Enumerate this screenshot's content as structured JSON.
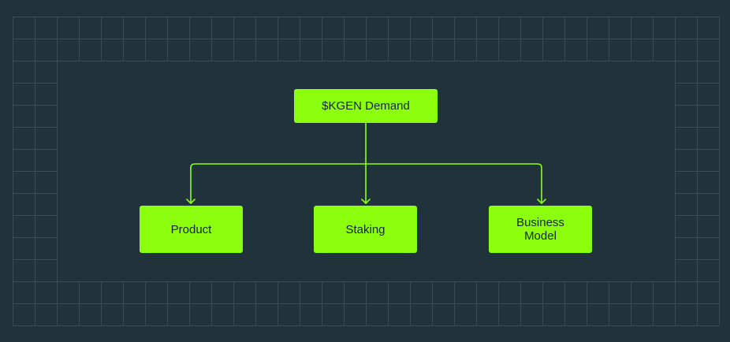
{
  "diagram": {
    "type": "tree",
    "root": {
      "label": "$KGEN Demand"
    },
    "children": [
      {
        "label": "Product"
      },
      {
        "label": "Staking"
      },
      {
        "label": "Business\nModel"
      }
    ]
  },
  "colors": {
    "background": "#21333a",
    "grid_line": "#3a4d54",
    "node_fill": "#8cff0f",
    "node_text": "#14252b",
    "connector": "#8cff0f"
  }
}
